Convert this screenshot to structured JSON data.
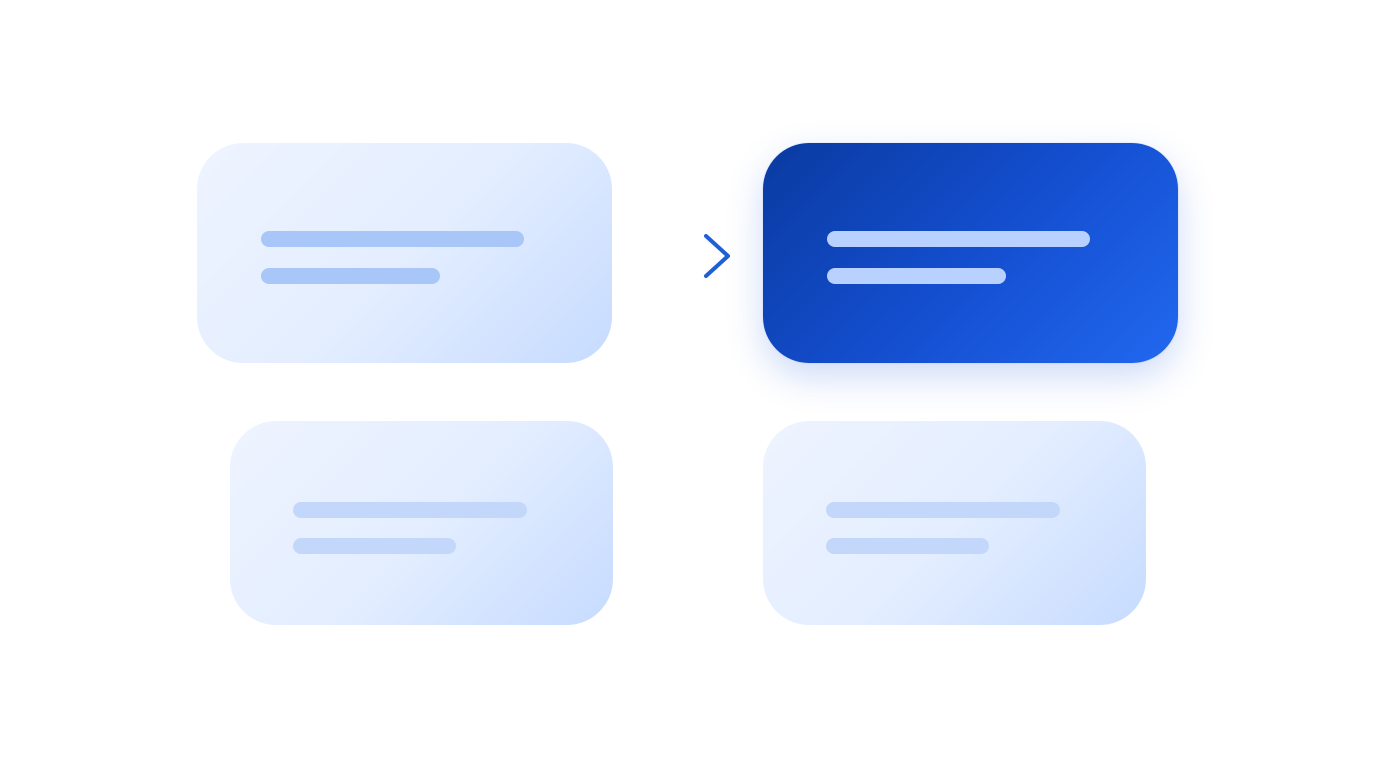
{
  "diagram": {
    "colors": {
      "background": "#ffffff",
      "card_light": "#e4eeff",
      "card_active": "#1550d2",
      "line_light": "#a8c6f7",
      "line_active": "#b9d1ff",
      "arrow": "#1f5fd6"
    },
    "cards": [
      {
        "id": "top-left",
        "state": "inactive",
        "text_lines": 2
      },
      {
        "id": "top-right",
        "state": "active",
        "text_lines": 2
      },
      {
        "id": "bottom-left",
        "state": "inactive",
        "text_lines": 2
      },
      {
        "id": "bottom-right",
        "state": "inactive",
        "text_lines": 2
      }
    ],
    "connectors": [
      {
        "from": "top-left",
        "to": "top-right",
        "icon": "arrow-right-icon"
      }
    ]
  }
}
